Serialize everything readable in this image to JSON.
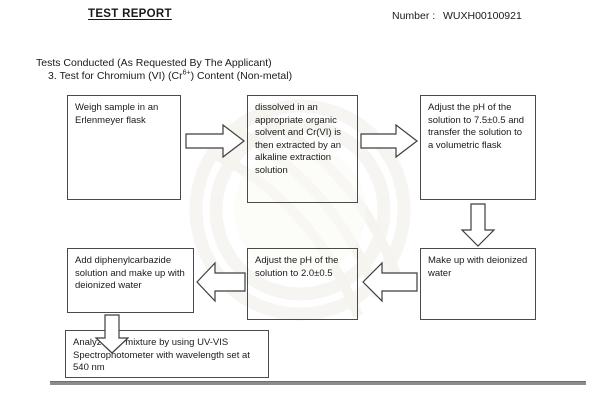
{
  "header": {
    "title": "TEST REPORT",
    "number_label": "Number :",
    "number_value": "WUXH00100921"
  },
  "intro": {
    "line1": "Tests Conducted (As Requested By The Applicant)",
    "line2_prefix": "3. Test for Chromium (VI) (Cr",
    "line2_superscript": "6+",
    "line2_suffix": ") Content (Non-metal)"
  },
  "flowchart": {
    "boxes": [
      {
        "id": "box1",
        "text": "Weigh sample in an Erlenmeyer flask"
      },
      {
        "id": "box2",
        "text": "dissolved in an appropriate organic solvent and Cr(VI) is then extracted by an alkaline extraction solution"
      },
      {
        "id": "box3",
        "text": "Adjust the pH of the solution to 7.5±0.5 and transfer the solution to a volumetric flask"
      },
      {
        "id": "box4",
        "text": "Make up with deionized water"
      },
      {
        "id": "box5",
        "text": "Adjust the pH of the solution to 2.0±0.5"
      },
      {
        "id": "box6",
        "text": "Add diphenylcarbazide solution and make up with deionized water"
      },
      {
        "id": "box7",
        "text": "Analyze the mixture by using UV-VIS Spectrophotometer with wavelength set at 540 nm"
      }
    ],
    "arrows": [
      {
        "id": "arrow1",
        "direction": "right"
      },
      {
        "id": "arrow2",
        "direction": "right"
      },
      {
        "id": "arrow3",
        "direction": "down"
      },
      {
        "id": "arrow4",
        "direction": "left"
      },
      {
        "id": "arrow5",
        "direction": "left"
      },
      {
        "id": "arrow6",
        "direction": "down"
      }
    ]
  },
  "colors": {
    "box_border": "#4a4a4a",
    "arrow_stroke": "#3d3d3d",
    "rule": "#8c8c8c",
    "text": "#1a1a1a"
  }
}
